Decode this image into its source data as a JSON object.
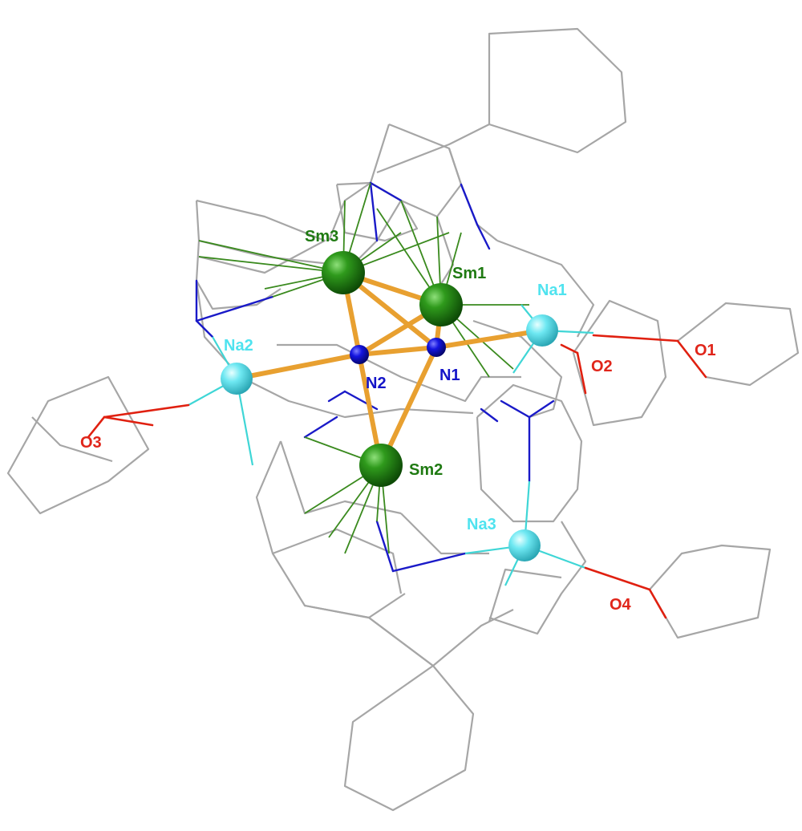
{
  "colors": {
    "carbon": "#a6a6a6",
    "nitrogen": "#1a1ac8",
    "sm_bond": "#3a8a1e",
    "na_bond": "#3fd6d6",
    "oxygen": "#e02010",
    "core_bond": "#e8a030",
    "sm_atom": "#1e7d10",
    "n_atom": "#1010d8",
    "na_atom": "#66e6f0",
    "sm_label": "#1f7a12",
    "na_label": "#4fe3ef",
    "n_label": "#1414c8",
    "o_label": "#e0251a"
  },
  "labels": {
    "sm1": "Sm1",
    "sm2": "Sm2",
    "sm3": "Sm3",
    "na1": "Na1",
    "na2": "Na2",
    "na3": "Na3",
    "n1": "N1",
    "n2": "N2",
    "o1": "O1",
    "o2": "O2",
    "o3": "O3",
    "o4": "O4"
  }
}
